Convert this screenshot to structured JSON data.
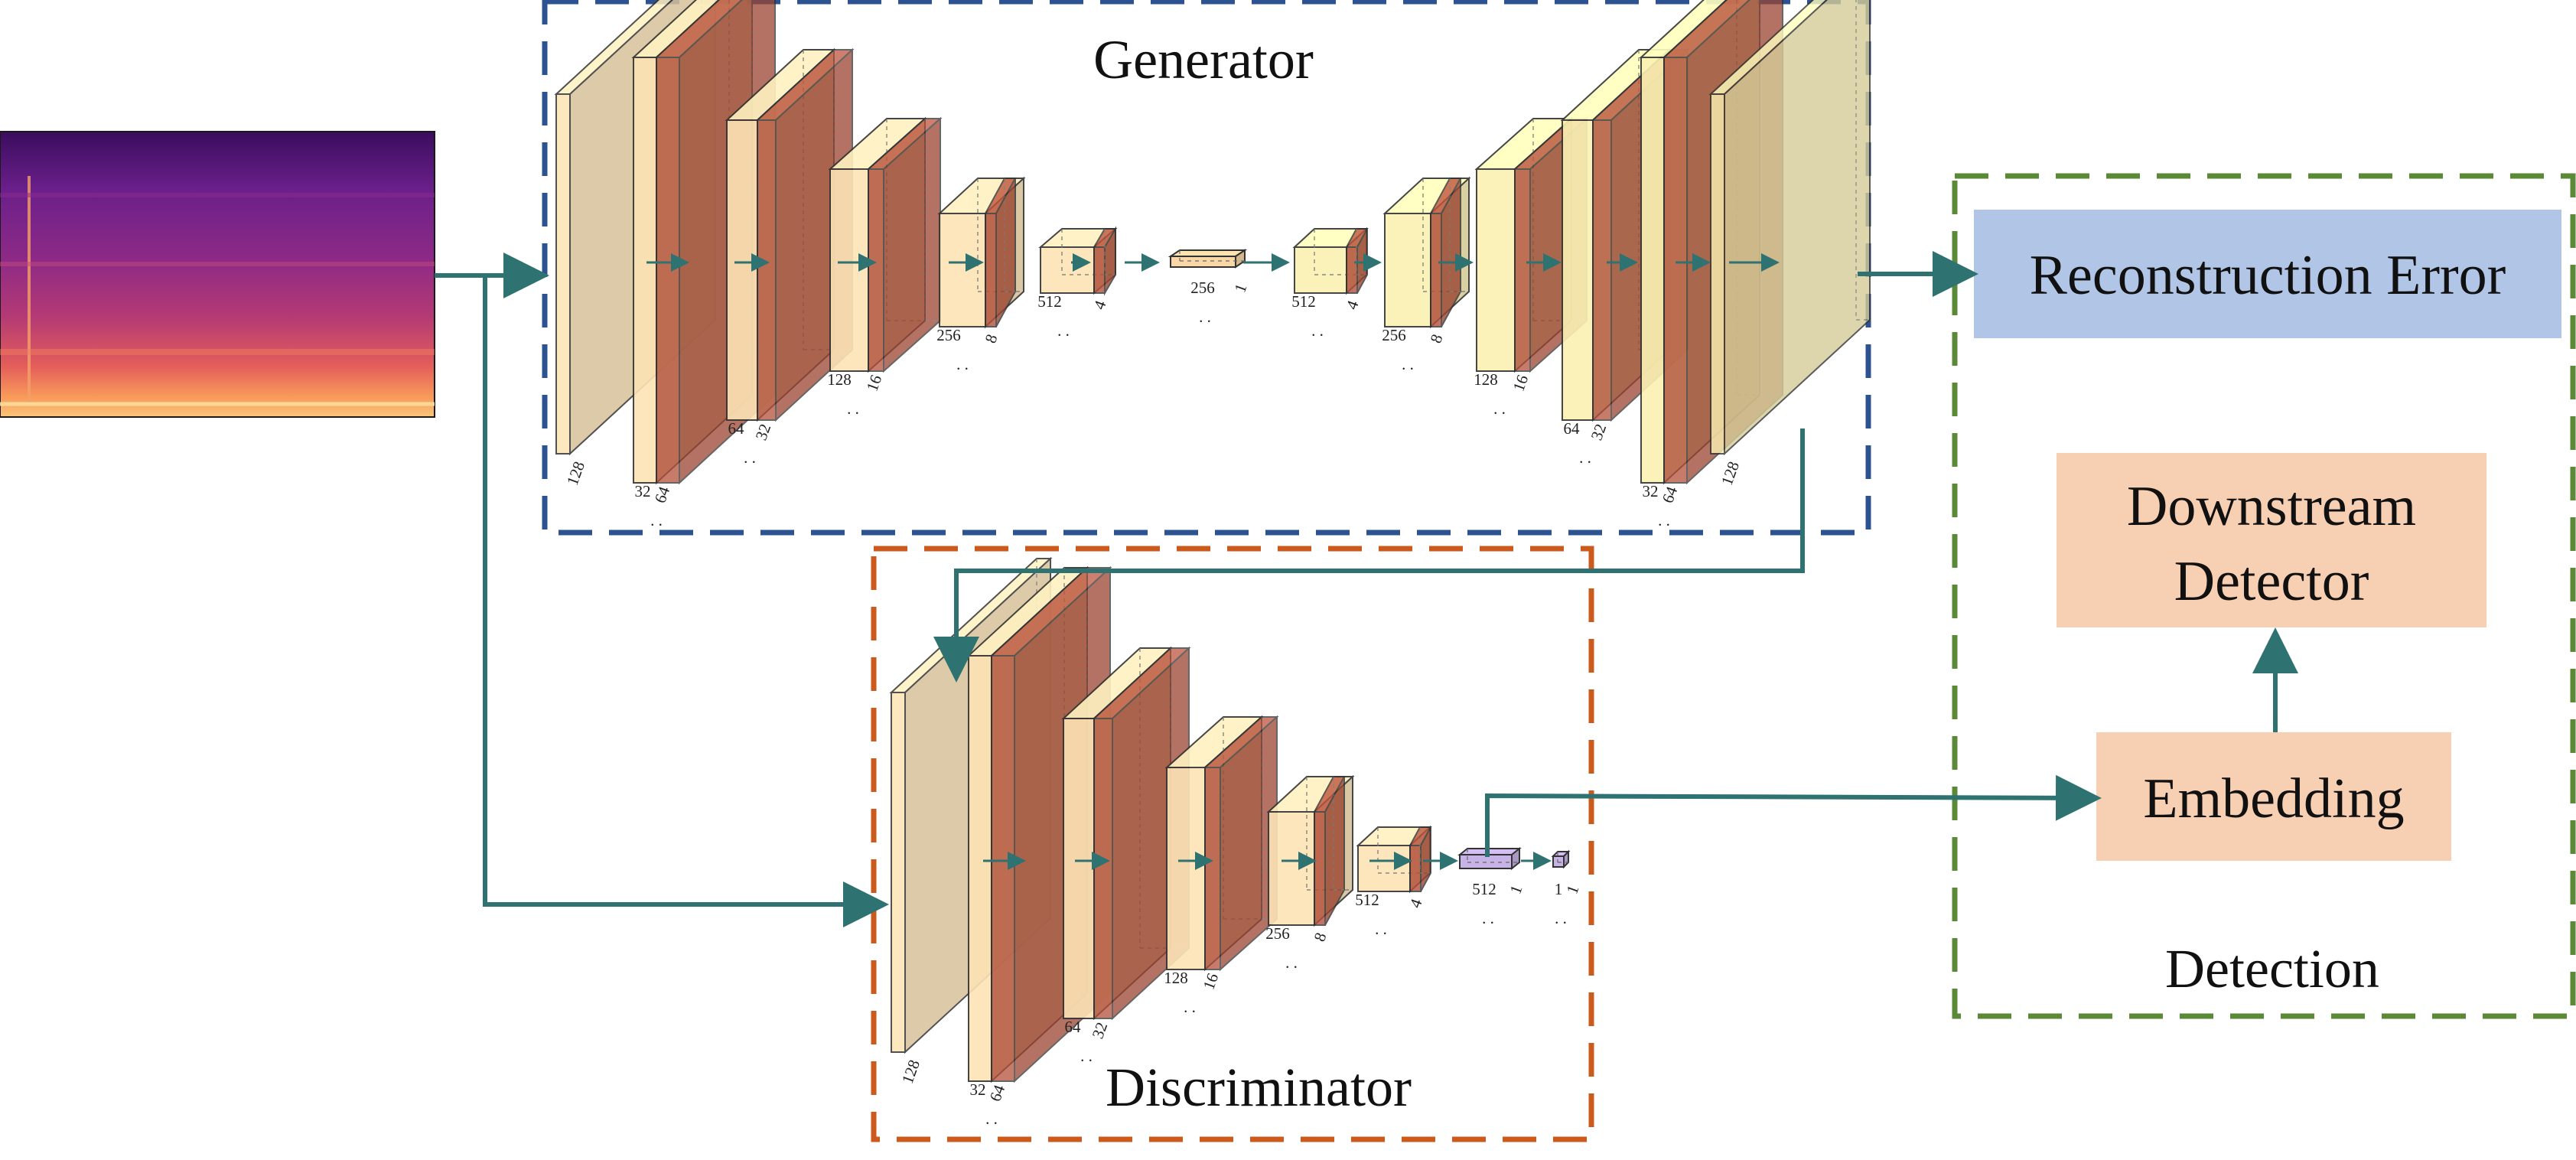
{
  "diagram": {
    "generator_label": "Generator",
    "discriminator_label": "Discriminator",
    "detection_label": "Detection",
    "reconstruction_error": "Reconstruction Error",
    "downstream_detector_line1": "Downstream",
    "downstream_detector_line2": "Detector",
    "embedding": "Embedding"
  },
  "generator": {
    "encoder": [
      {
        "a": "",
        "b": "128"
      },
      {
        "a": "32",
        "b": "64"
      },
      {
        "a": "64",
        "b": "32"
      },
      {
        "a": "128",
        "b": "16"
      },
      {
        "a": "256",
        "b": "8"
      },
      {
        "a": "512",
        "b": "4"
      }
    ],
    "bottleneck": {
      "a": "256",
      "b": "1"
    },
    "decoder": [
      {
        "a": "512",
        "b": "4"
      },
      {
        "a": "256",
        "b": "8"
      },
      {
        "a": "128",
        "b": "16"
      },
      {
        "a": "64",
        "b": "32"
      },
      {
        "a": "32",
        "b": "64"
      },
      {
        "a": "",
        "b": "128"
      }
    ]
  },
  "discriminator": {
    "layers": [
      {
        "a": "",
        "b": "128"
      },
      {
        "a": "32",
        "b": "64"
      },
      {
        "a": "64",
        "b": "32"
      },
      {
        "a": "128",
        "b": "16"
      },
      {
        "a": "256",
        "b": "8"
      },
      {
        "a": "512",
        "b": "4"
      },
      {
        "a": "512",
        "b": "1"
      },
      {
        "a": "1",
        "b": "1"
      }
    ]
  },
  "colors": {
    "generator_border": "#2d5291",
    "discriminator_border": "#cc5a1c",
    "detection_border": "#5a8a36",
    "arrow": "#2e7272",
    "recon_box": "#b1c6e7",
    "detector_box": "#f7cfb2",
    "embedding_box": "#f7cfb2",
    "conv_fill": "#fde3b5",
    "relu_fill": "#b5503a",
    "decoder_fill": "#fbf1b3",
    "bottleneck_fill": "#f9d7a6",
    "latent_fill": "#c8b3e6"
  }
}
